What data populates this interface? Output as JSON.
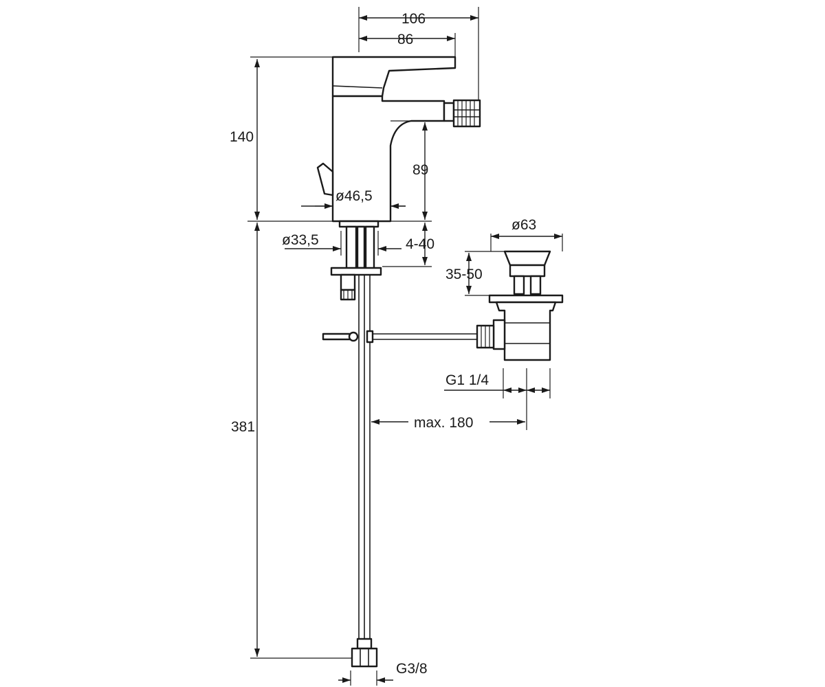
{
  "dimensions": {
    "width_overall": "106",
    "width_lever": "86",
    "height_body": "140",
    "height_spout": "89",
    "dia_body": "ø46,5",
    "dia_hole": "ø33,5",
    "deck_range": "4-40",
    "dia_waste": "ø63",
    "waste_range": "35-50",
    "waste_thread": "G1 1/4",
    "rod_reach": "max. 180",
    "hose_length": "381",
    "hose_thread": "G3/8"
  }
}
